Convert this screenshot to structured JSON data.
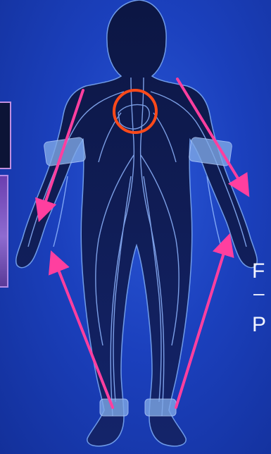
{
  "side_text": {
    "line1": "F",
    "line2": "–",
    "line3": "P"
  },
  "colors": {
    "background": "#1b40bd",
    "figure_fill": "#0f1a4e",
    "vessel_line": "#8fb6ff",
    "arrow": "#ff3f9f",
    "heart_circle": "#ff4a1a",
    "cuff": "#7fa8e6"
  },
  "icons": [
    "body-silhouette",
    "heart-circle",
    "blood-flow-arrow",
    "pressure-cuff"
  ]
}
